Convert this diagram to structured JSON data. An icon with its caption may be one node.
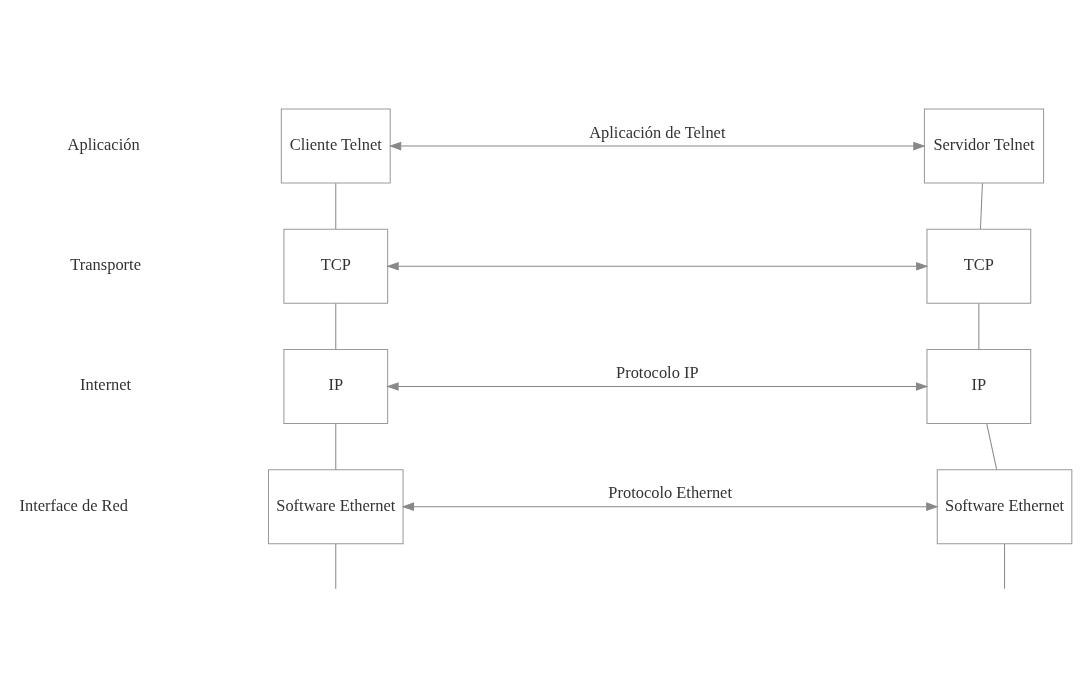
{
  "diagram": {
    "nodes": [
      {
        "text": [
          "Cliente Telnet"
        ]
      },
      {
        "text": [
          "TCP"
        ]
      },
      {
        "text": [
          "IP"
        ]
      },
      {
        "text": [
          "Software Ethernet"
        ]
      },
      {
        "text": [
          "Servidor Telnet"
        ]
      },
      {
        "text": [
          "TCP"
        ]
      },
      {
        "text": [
          "IP"
        ]
      },
      {
        "text": [
          "Software Ethernet"
        ]
      }
    ],
    "edges": [
      {
        "from": 0,
        "to": 4,
        "arrow": "both",
        "label": "Aplicación de Telnet"
      },
      {
        "from": 1,
        "to": 5,
        "arrow": "both"
      },
      {
        "from": 2,
        "to": 6,
        "arrow": "both",
        "label": "Protocolo IP"
      },
      {
        "from": 3,
        "to": 7,
        "arrow": "both",
        "label": "Protocolo Ethernet"
      },
      {
        "from": 0,
        "to": 1,
        "arrow": "none"
      },
      {
        "from": 1,
        "to": 2,
        "arrow": "none"
      },
      {
        "from": 2,
        "to": 3,
        "arrow": "none"
      },
      {
        "from": 4,
        "to": 5,
        "arrow": "none"
      },
      {
        "from": 5,
        "to": 6,
        "arrow": "none"
      },
      {
        "from": 6,
        "to": 7,
        "arrow": "none"
      },
      {
        "from": 3,
        "to": null,
        "arrow": "none"
      },
      {
        "from": 7,
        "to": null,
        "arrow": "none"
      }
    ],
    "labels": [
      "Aplicación",
      "Transporte",
      "Internet",
      "Interface de Red"
    ]
  }
}
